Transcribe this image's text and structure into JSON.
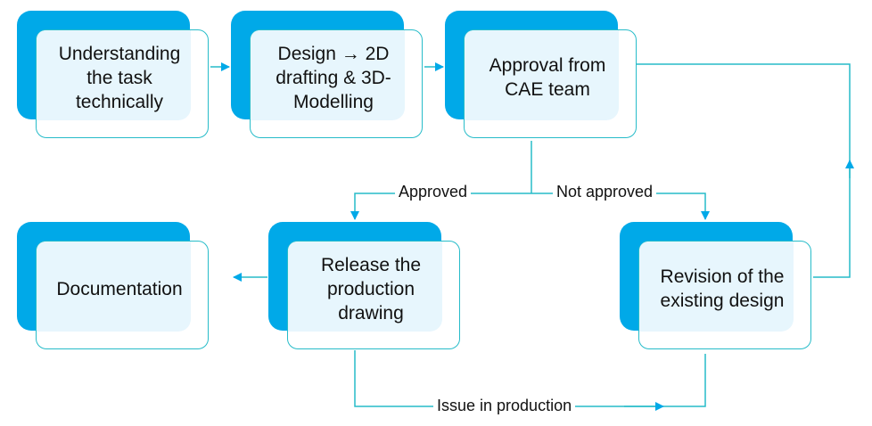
{
  "nodes": {
    "understanding": "Understanding\nthe task\ntechnically",
    "design": "Design → 2D\ndrafting & 3D-\nModelling",
    "approval": "Approval from\nCAE team",
    "documentation": "Documentation",
    "release": "Release the\nproduction\ndrawing",
    "revision": "Revision of the\nexisting design"
  },
  "edges": {
    "approved": "Approved",
    "not_approved": "Not approved",
    "issue": "Issue in production"
  },
  "colors": {
    "back": "#00a9e8",
    "outline": "#27bcc9",
    "fill": "#e7f6fd",
    "connector": "#27bcc9"
  }
}
